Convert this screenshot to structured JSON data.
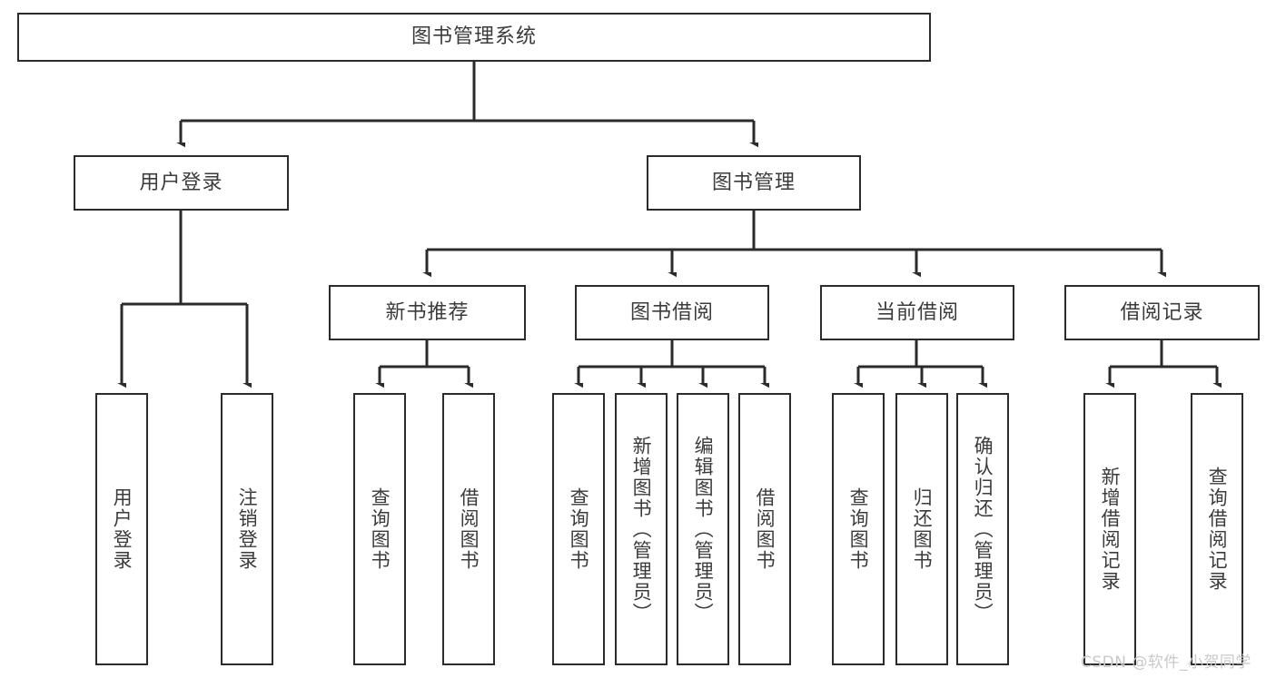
{
  "diagram": {
    "type": "tree-hierarchy",
    "title": "图书管理系统",
    "root": {
      "label": "图书管理系统"
    },
    "level2": [
      {
        "id": "user-login",
        "label": "用户登录"
      },
      {
        "id": "book-manage",
        "label": "图书管理"
      }
    ],
    "level3": [
      {
        "id": "new-book-recommend",
        "label": "新书推荐",
        "parent": "book-manage"
      },
      {
        "id": "book-borrow",
        "label": "图书借阅",
        "parent": "book-manage"
      },
      {
        "id": "current-borrow",
        "label": "当前借阅",
        "parent": "book-manage"
      },
      {
        "id": "borrow-record",
        "label": "借阅记录",
        "parent": "book-manage"
      }
    ],
    "leaves": [
      {
        "id": "leaf-user-login",
        "label": "用户登录",
        "parent": "user-login"
      },
      {
        "id": "leaf-user-logout",
        "label": "注销登录",
        "parent": "user-login"
      },
      {
        "id": "leaf-query-book-1",
        "label": "查询图书",
        "parent": "new-book-recommend"
      },
      {
        "id": "leaf-borrow-book-1",
        "label": "借阅图书",
        "parent": "new-book-recommend"
      },
      {
        "id": "leaf-query-book-2",
        "label": "查询图书",
        "parent": "book-borrow"
      },
      {
        "id": "leaf-add-book",
        "label": "新增图书（管理员）",
        "parent": "book-borrow"
      },
      {
        "id": "leaf-edit-book",
        "label": "编辑图书（管理员）",
        "parent": "book-borrow"
      },
      {
        "id": "leaf-borrow-book-2",
        "label": "借阅图书",
        "parent": "book-borrow"
      },
      {
        "id": "leaf-query-book-3",
        "label": "查询图书",
        "parent": "current-borrow"
      },
      {
        "id": "leaf-return-book",
        "label": "归还图书",
        "parent": "current-borrow"
      },
      {
        "id": "leaf-confirm-return",
        "label": "确认归还（管理员）",
        "parent": "current-borrow"
      },
      {
        "id": "leaf-add-record",
        "label": "新增借阅记录",
        "parent": "borrow-record"
      },
      {
        "id": "leaf-query-record",
        "label": "查询借阅记录",
        "parent": "borrow-record"
      }
    ],
    "colors": {
      "stroke": "#2b2b2b",
      "text": "#3b3b3b",
      "background": "#ffffff",
      "watermark": "#c9c9c9"
    }
  },
  "watermark": {
    "text": "CSDN @软件_小贺同学"
  }
}
